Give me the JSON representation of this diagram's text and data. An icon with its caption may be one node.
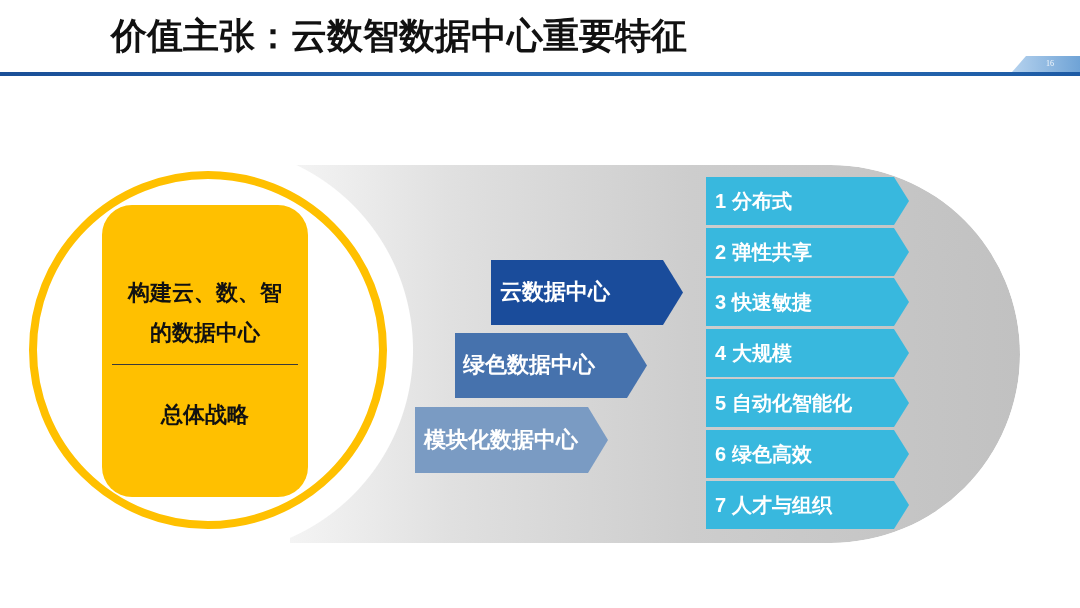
{
  "diagram": {
    "title": "价值主张：云数智数据中心重要特征",
    "nodes": [
      {
        "text": [],
        "shape": "circle"
      },
      {
        "text": [
          "构建云、数、智的数据中心",
          "总体战略"
        ],
        "in": 0
      },
      {
        "text": [],
        "shape": "band"
      },
      {
        "text": [
          "云数据中心"
        ],
        "in": 2
      },
      {
        "text": [
          "绿色数据中心"
        ],
        "in": 2
      },
      {
        "text": [
          "模块化数据中心"
        ],
        "in": 2
      },
      {
        "text": [
          "1 分布式"
        ],
        "in": 2
      },
      {
        "text": [
          "2 弹性共享"
        ],
        "in": 2
      },
      {
        "text": [
          "3 快速敏捷"
        ],
        "in": 2
      },
      {
        "text": [
          "4 大规模"
        ],
        "in": 2
      },
      {
        "text": [
          "5 自动化智能化"
        ],
        "in": 2
      },
      {
        "text": [
          "6 绿色高效"
        ],
        "in": 2
      },
      {
        "text": [
          "7 人才与组织"
        ],
        "in": 2
      }
    ],
    "labels": [
      "16"
    ]
  }
}
